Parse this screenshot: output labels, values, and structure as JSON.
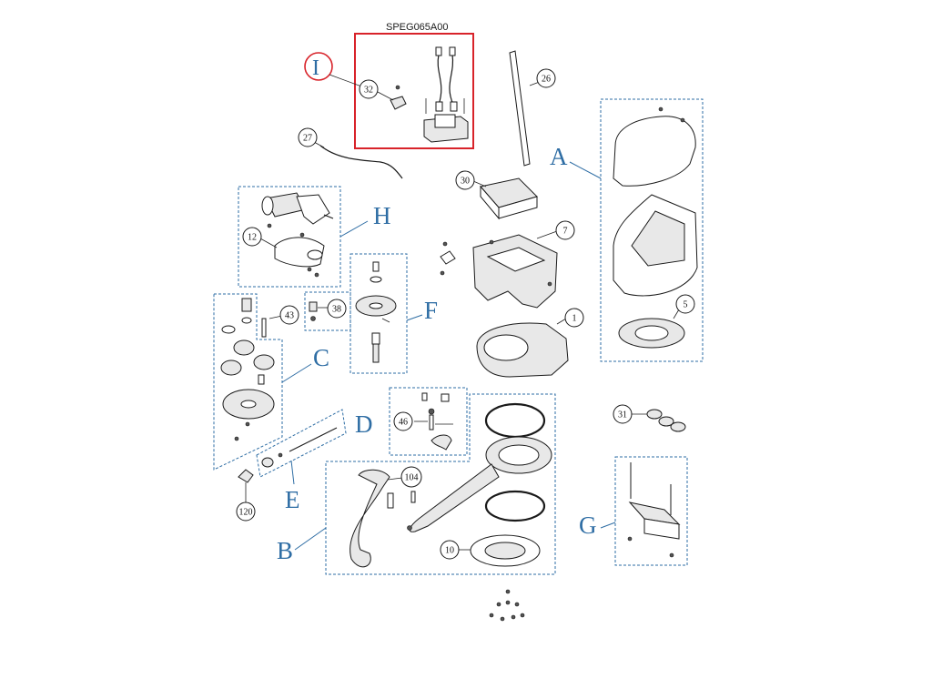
{
  "diagram": {
    "kit_code": "SPEG065A00",
    "group_labels": {
      "A": "A",
      "B": "B",
      "C": "C",
      "D": "D",
      "E": "E",
      "F": "F",
      "G": "G",
      "H": "H",
      "I": "I"
    },
    "callouts": {
      "c1": "1",
      "c5": "5",
      "c7": "7",
      "c10": "10",
      "c12": "12",
      "c26": "26",
      "c27": "27",
      "c30": "30",
      "c31": "31",
      "c32": "32",
      "c38": "38",
      "c43": "43",
      "c46": "46",
      "c104": "104",
      "c120": "120"
    },
    "colors": {
      "group_box": "#2e6da4",
      "highlight_box": "#d8232a"
    }
  }
}
